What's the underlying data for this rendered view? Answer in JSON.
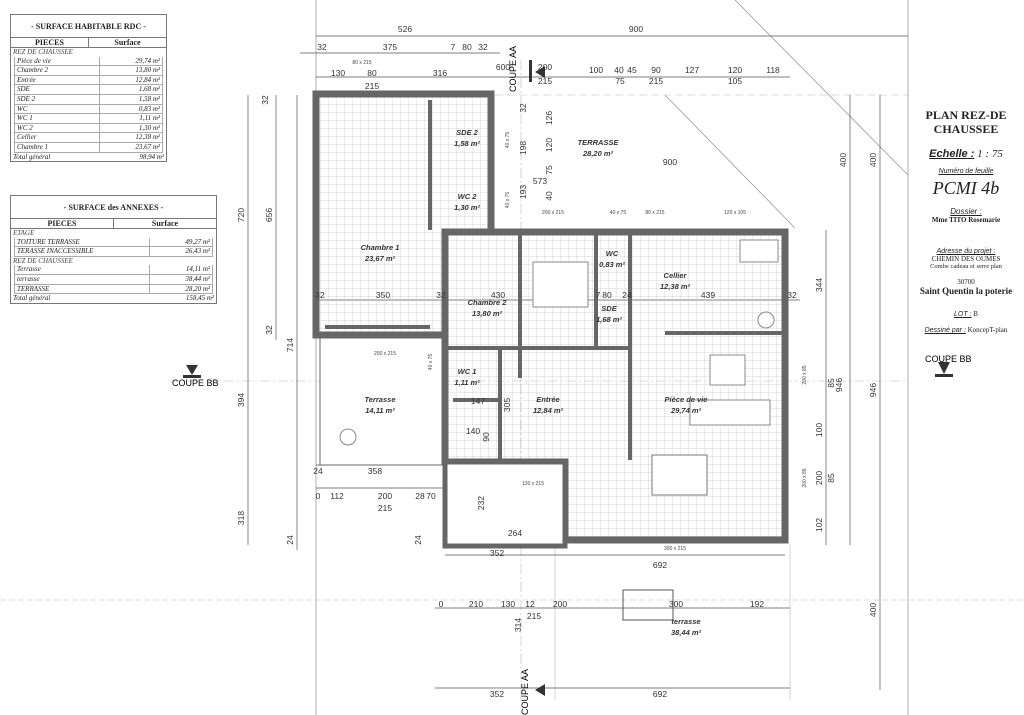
{
  "surface_habitable": {
    "title": "- SURFACE HABITABLE RDC -",
    "col_pieces": "PIECES",
    "col_surface": "Surface",
    "section": "REZ DE CHAUSSEE",
    "rows": [
      {
        "piece": "Pièce de vie",
        "surface": "29,74 m²"
      },
      {
        "piece": "Chambre 2",
        "surface": "13,80 m²"
      },
      {
        "piece": "Entrée",
        "surface": "12,84 m²"
      },
      {
        "piece": "SDE",
        "surface": "1,68 m²"
      },
      {
        "piece": "SDE 2",
        "surface": "1,58 m²"
      },
      {
        "piece": "WC",
        "surface": "0,83 m²"
      },
      {
        "piece": "WC 1",
        "surface": "1,11 m²"
      },
      {
        "piece": "WC 2",
        "surface": "1,30 m²"
      },
      {
        "piece": "Cellier",
        "surface": "12,38 m²"
      },
      {
        "piece": "Chambre 1",
        "surface": "23,67 m²"
      }
    ],
    "total_label": "Total général",
    "total": "98,94 m²"
  },
  "surface_annexes": {
    "title": "- SURFACE des ANNEXES -",
    "col_pieces": "PIECES",
    "col_surface": "Surface",
    "section1": "ETAGE",
    "rows1": [
      {
        "piece": "TOITURE TERRASSE",
        "surface": "49,27 m²"
      },
      {
        "piece": "TERASSE INACCESSIBLE",
        "surface": "26,43 m²"
      }
    ],
    "section2": "REZ DE CHAUSSEE",
    "rows2": [
      {
        "piece": "Terrasse",
        "surface": "14,11 m²"
      },
      {
        "piece": "terrasse",
        "surface": "38,44 m²"
      },
      {
        "piece": "TERRASSE",
        "surface": "28,20 m²"
      }
    ],
    "total_label": "Total général",
    "total": "158,45 m²"
  },
  "title_block": {
    "title_line1": "PLAN REZ-DE",
    "title_line2": "CHAUSSEE",
    "scale_label": "Echelle :",
    "scale_value": "1 : 75",
    "sheet_label": "Numéro de feuille",
    "sheet_number": "PCMI 4b",
    "dossier_label": "Dossier :",
    "dossier_value": "Mme TITO Rosemarie",
    "address_label": "Adresse du projet :",
    "address_line1": "CHEMIN DES OUMES",
    "address_line2": "Combe cadeau et serre plan",
    "postcode": "30700",
    "city": "Saint Quentin la poterie",
    "lot_label": "LOT :",
    "lot_value": "B",
    "drawn_label": "Dessiné par :",
    "drawn_value": "KoncepT-plan"
  },
  "sections": {
    "coupe_aa": "COUPE AA",
    "coupe_bb": "COUPE BB"
  },
  "rooms": [
    {
      "name": "Chambre 1",
      "area": "23,67 m²"
    },
    {
      "name": "SDE 2",
      "area": "1,58 m²"
    },
    {
      "name": "WC 2",
      "area": "1,30 m²"
    },
    {
      "name": "TERRASSE",
      "area": "28,20 m²"
    },
    {
      "name": "Chambre 2",
      "area": "13,80 m²"
    },
    {
      "name": "WC",
      "area": "0,83 m²"
    },
    {
      "name": "Cellier",
      "area": "12,38 m²"
    },
    {
      "name": "SDE",
      "area": "1,68 m²"
    },
    {
      "name": "WC 1",
      "area": "1,11 m²"
    },
    {
      "name": "Entrée",
      "area": "12,84 m²"
    },
    {
      "name": "Pièce de vie",
      "area": "29,74 m²"
    },
    {
      "name": "Terrasse",
      "area": "14,11 m²"
    },
    {
      "name": "terrasse",
      "area": "38,44 m²"
    }
  ],
  "dimensions": [
    "526",
    "900",
    "32",
    "375",
    "7",
    "80",
    "32",
    "130",
    "80",
    "316",
    "215",
    "600",
    "200",
    "215",
    "100",
    "40",
    "45",
    "75",
    "90",
    "215",
    "127",
    "120",
    "105",
    "118",
    "32",
    "720",
    "656",
    "32",
    "714",
    "394",
    "318",
    "24",
    "32",
    "350",
    "32",
    "430",
    "7",
    "80",
    "24",
    "439",
    "32",
    "32",
    "126",
    "198",
    "193",
    "120",
    "75",
    "40",
    "573",
    "900",
    "400",
    "400",
    "344",
    "946",
    "946",
    "85",
    "100",
    "200",
    "85",
    "102",
    "400",
    "24",
    "358",
    "0",
    "112",
    "200",
    "215",
    "28",
    "70",
    "232",
    "264",
    "352",
    "692",
    "0",
    "210",
    "130",
    "12",
    "200",
    "300",
    "192",
    "215",
    "314",
    "352",
    "692",
    "147",
    "305",
    "140",
    "24",
    "90"
  ],
  "openings": [
    "80 x 215",
    "200 x 215",
    "40 x 75",
    "80 x 215",
    "120 x 105",
    "200 x 215",
    "40 x 75",
    "130 x 215",
    "300 x 215",
    "200 x 85",
    "200 x 85",
    "40 x 75",
    "40 x 75"
  ]
}
